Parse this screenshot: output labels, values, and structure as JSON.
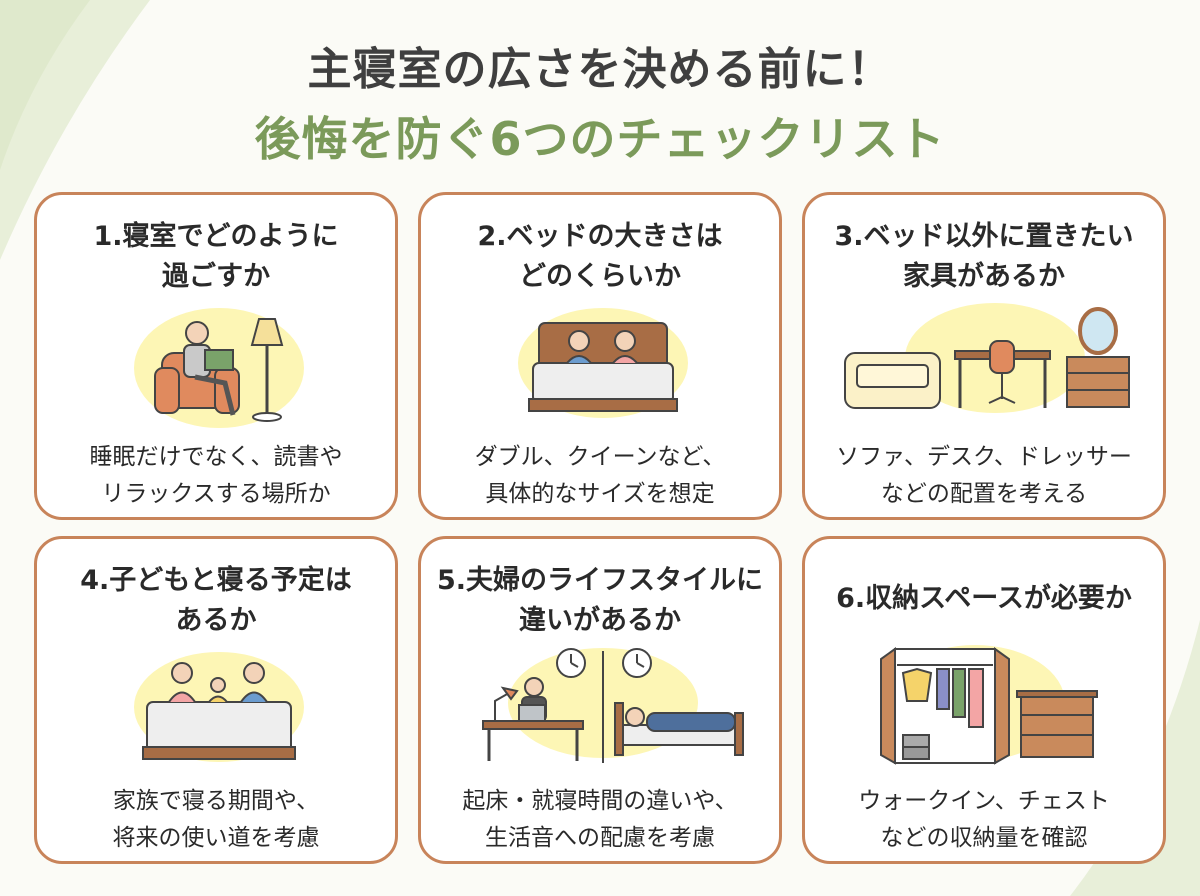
{
  "header": {
    "title_line1": "主寝室の広さを決める前に！",
    "title_line2": "後悔を防ぐ6つのチェックリスト"
  },
  "colors": {
    "accent_green": "#7b9a5a",
    "card_border": "#c8845a",
    "highlight_yellow": "#fdf6b5"
  },
  "cards": [
    {
      "title_line1": "1.寝室でどのように",
      "title_line2": "過ごすか",
      "desc_line1": "睡眠だけでなく、読書や",
      "desc_line2": "リラックスする場所か",
      "icon": "armchair-reading-icon"
    },
    {
      "title_line1": "2.ベッドの大きさは",
      "title_line2": "どのくらいか",
      "desc_line1": "ダブル、クイーンなど、",
      "desc_line2": "具体的なサイズを想定",
      "icon": "double-bed-couple-icon"
    },
    {
      "title_line1": "3.ベッド以外に置きたい",
      "title_line2": "家具があるか",
      "desc_line1": "ソファ、デスク、ドレッサー",
      "desc_line2": "などの配置を考える",
      "icon": "furniture-set-icon"
    },
    {
      "title_line1": "4.子どもと寝る予定は",
      "title_line2": "あるか",
      "desc_line1": "家族で寝る期間や、",
      "desc_line2": "将来の使い道を考慮",
      "icon": "family-bed-icon"
    },
    {
      "title_line1": "5.夫婦のライフスタイルに",
      "title_line2": "違いがあるか",
      "desc_line1": "起床・就寝時間の違いや、",
      "desc_line2": "生活音への配慮を考慮",
      "icon": "work-sleep-clock-icon"
    },
    {
      "title_line1": "6.収納スペースが必要か",
      "title_line2": "",
      "desc_line1": "ウォークイン、チェスト",
      "desc_line2": "などの収納量を確認",
      "icon": "closet-chest-icon"
    }
  ]
}
